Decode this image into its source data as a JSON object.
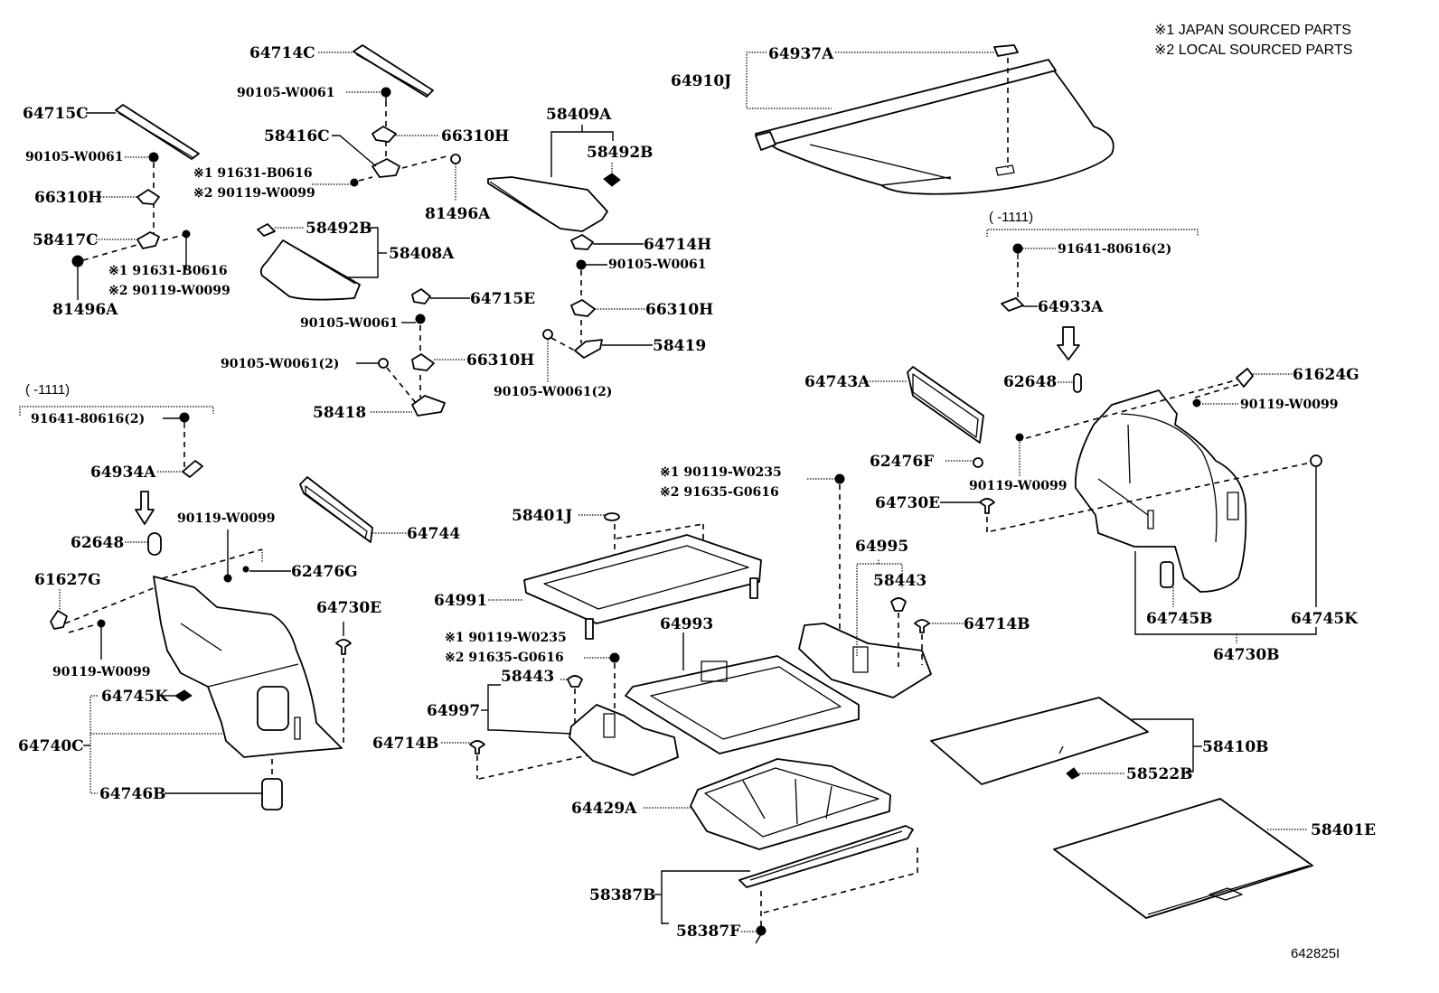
{
  "notes": {
    "n1": "※1 JAPAN SOURCED PARTS",
    "n2": "※2 LOCAL SOURCED PARTS"
  },
  "figure_number": "642825I",
  "range_notes": {
    "left": "(    -1111)",
    "right": "(    -1111)"
  },
  "labels": {
    "p64714C": "64714C",
    "p90105_a": "90105-W0061",
    "p64715C": "64715C",
    "p58416C": "58416C",
    "p66310H_a": "66310H",
    "p90105_b": "90105-W0061",
    "p91631_a": "※1 91631-B0616",
    "p90119_a": "※2 90119-W0099",
    "p81496A_a": "81496A",
    "p66310H_b": "66310H",
    "p58417C": "58417C",
    "p91631_b": "※1 91631-B0616",
    "p90119_b": "※2 90119-W0099",
    "p81496A_b": "81496A",
    "p58409A": "58409A",
    "p58492B_a": "58492B",
    "p58492B_b": "58492B",
    "p58408A": "58408A",
    "p64714H": "64714H",
    "p90105_c": "90105-W0061",
    "p64715E": "64715E",
    "p90105_d": "90105-W0061",
    "p66310H_c": "66310H",
    "p90105_e": "90105-W0061(2)",
    "p66310H_d": "66310H",
    "p58419": "58419",
    "p90105_f": "90105-W0061(2)",
    "p58418": "58418",
    "p64937A": "64937A",
    "p64910J": "64910J",
    "p91641_r": "91641-80616(2)",
    "p64933A": "64933A",
    "p64743A": "64743A",
    "p62648_r": "62648",
    "p61624G": "61624G",
    "p90119_r1": "90119-W0099",
    "p62476F": "62476F",
    "p90119_r2": "90119-W0099",
    "p64730E_r": "64730E",
    "p64745B": "64745B",
    "p64745K_r": "64745K",
    "p64730B": "64730B",
    "p91641_l": "91641-80616(2)",
    "p64934A": "64934A",
    "p90119_l1": "90119-W0099",
    "p62648_l": "62648",
    "p62476G": "62476G",
    "p61627G": "61627G",
    "p64730E_l": "64730E",
    "p90119_l2": "90119-W0099",
    "p64745K_l": "64745K",
    "p64740C": "64740C",
    "p64746B": "64746B",
    "p64744": "64744",
    "p58401J": "58401J",
    "p90119_m1": "※1 90119-W0235",
    "p91635_m1": "※2 91635-G0616",
    "p64991": "64991",
    "p64993": "64993",
    "p64995": "64995",
    "p58443_r": "58443",
    "p64714B_r": "64714B",
    "p90119_m2": "※1 90119-W0235",
    "p91635_m2": "※2 91635-G0616",
    "p58443_l": "58443",
    "p64997": "64997",
    "p64714B_l": "64714B",
    "p64429A": "64429A",
    "p58387B": "58387B",
    "p58387F": "58387F",
    "p58410B": "58410B",
    "p58522B": "58522B",
    "p58401E": "58401E"
  }
}
